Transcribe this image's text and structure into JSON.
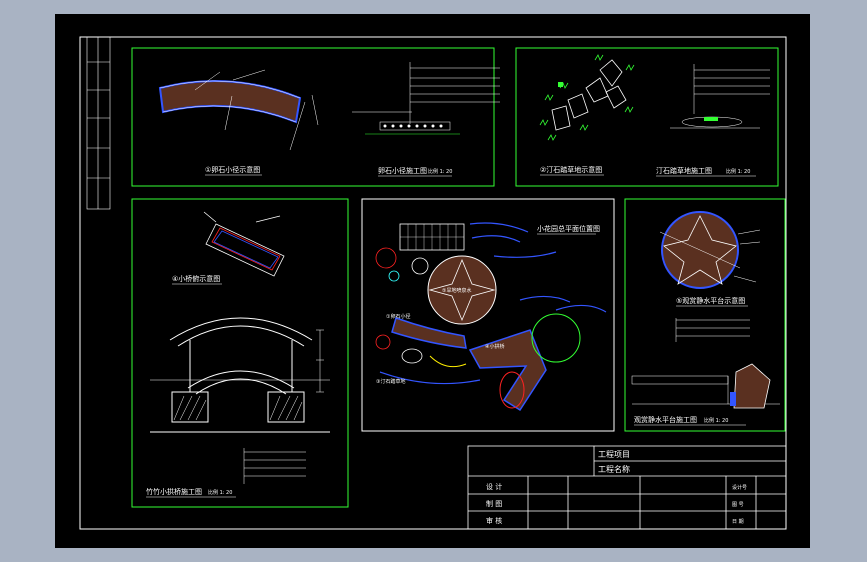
{
  "colors": {
    "window_bg": "#a9b3c3",
    "drawing_bg": "#000000",
    "frame": "#ffffff",
    "panel_border": "#33ff33",
    "plaza_fill": "#5a3020",
    "water": "#3355ff",
    "accent_red": "#ff2222",
    "accent_yellow": "#ffee00"
  },
  "panels": {
    "path_plan": {
      "title": "①卵石小径示意图"
    },
    "path_section": {
      "title": "卵石小径施工图",
      "scale": "比例 1: 20"
    },
    "stone_plan": {
      "title": "②汀石踏草地示意图"
    },
    "stone_section": {
      "title": "汀石踏草地施工图",
      "scale": "比例 1: 20"
    },
    "bridge_plan": {
      "title": "④小桥俯示意图"
    },
    "bridge_section": {
      "title": "竹竹小拱桥施工图",
      "scale": "比例 1: 20"
    },
    "site_plan": {
      "title": "小花园总平面位置图",
      "label_bridge": "④小拱桥",
      "label_plaza": "⑤旱地喷泉水",
      "label_path": "①卵石小径",
      "label_stone": "③汀石踏草地"
    },
    "platform_plan": {
      "title": "⑤观赏静水平台示意图"
    },
    "platform_section": {
      "title": "观赏静水平台施工图",
      "scale": "比例 1: 20"
    }
  },
  "title_block": {
    "project_label": "工程项目",
    "name_label": "工程名称",
    "rows": [
      "设  计",
      "制  图",
      "审  核"
    ],
    "right_labels": [
      "设计号",
      "图  号",
      "日  期"
    ]
  }
}
